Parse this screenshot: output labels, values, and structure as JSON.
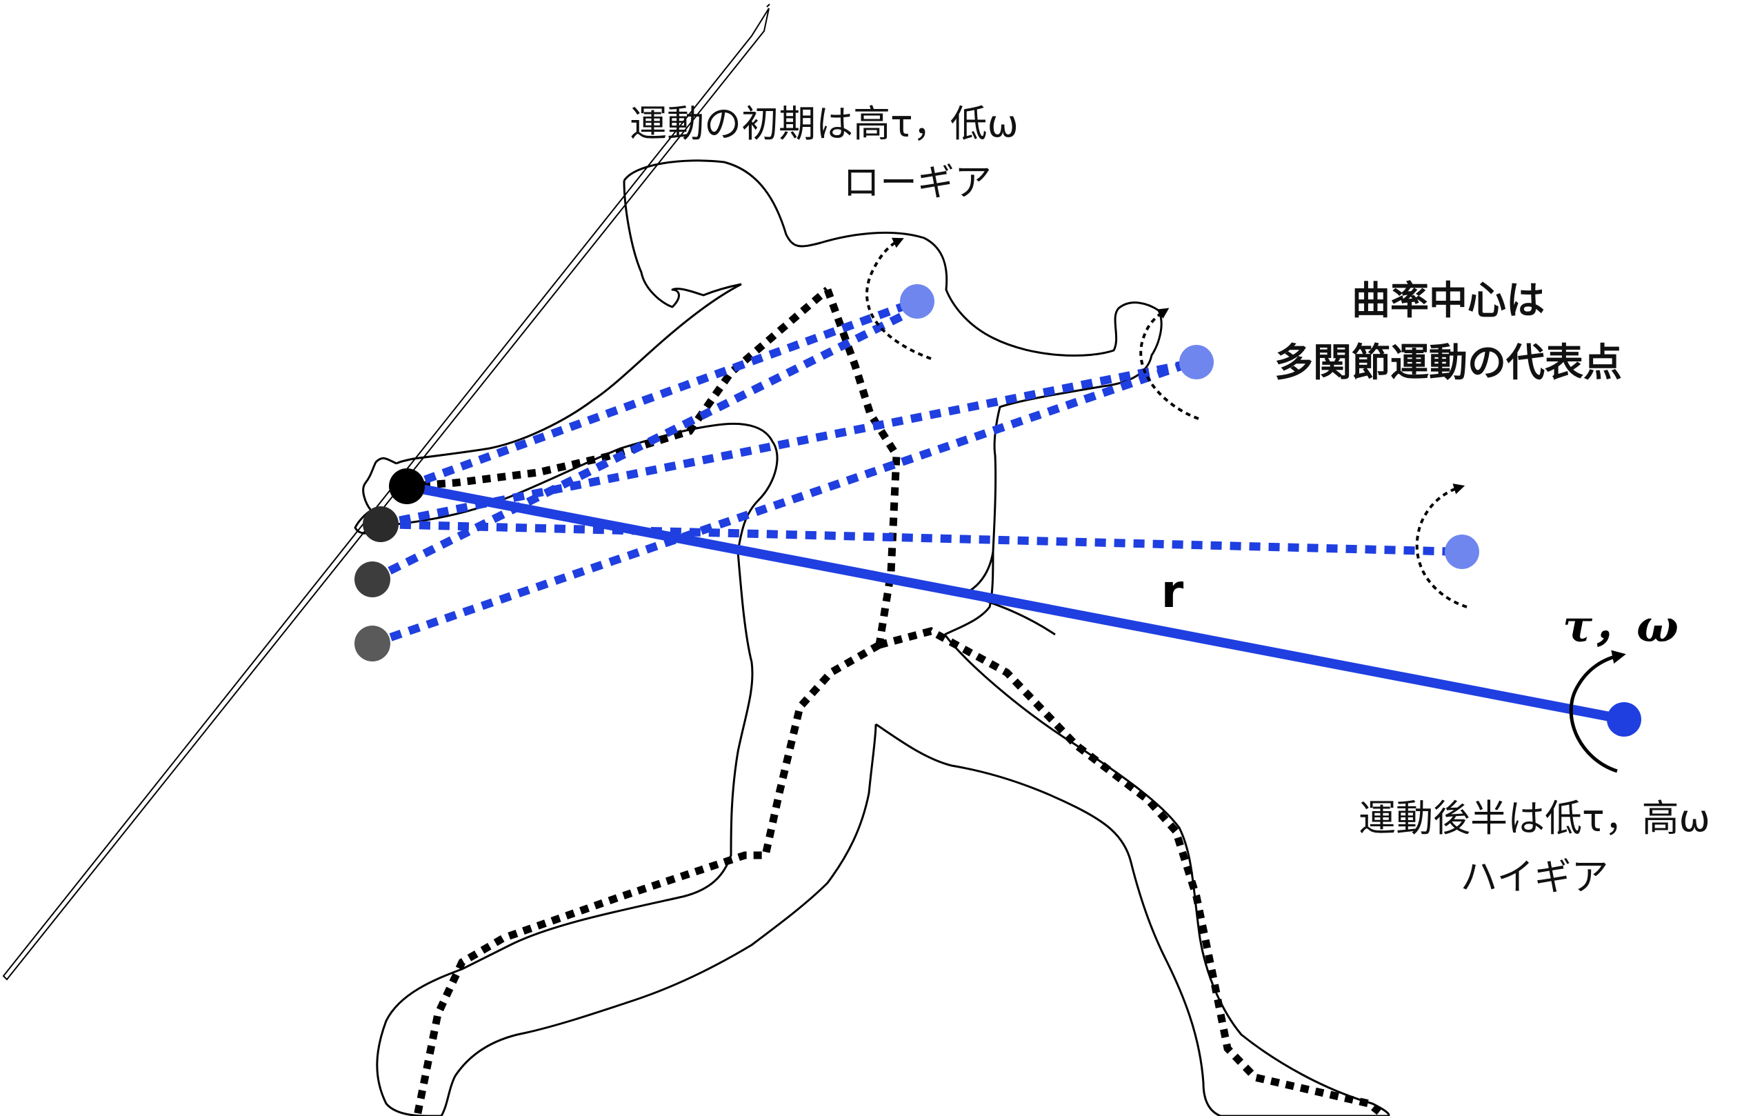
{
  "labels": {
    "early_line1": "運動の初期は高τ，低ω",
    "early_line2": "ローギア",
    "center_line1": "曲率中心は",
    "center_line2": "多関節運動の代表点",
    "radius": "r",
    "torque_omega": "τ，ω",
    "late_line1": "運動後半は低τ，高ω",
    "late_line2": "ハイギア"
  },
  "colors": {
    "blue_main": "#1f3fe0",
    "blue_light": "#6f86ee",
    "black": "#000000",
    "dark_gray": "#2b2b2b",
    "mid_gray": "#3d3d3d",
    "light_gray": "#5a5a5a"
  }
}
